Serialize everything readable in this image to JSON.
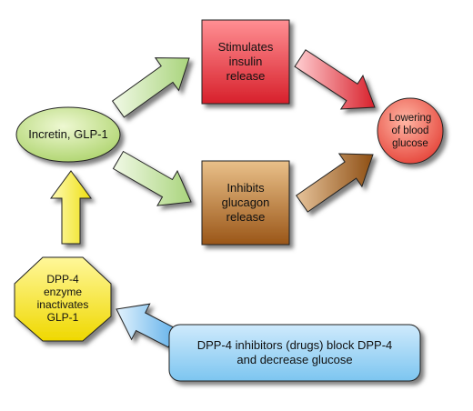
{
  "nodes": {
    "incretin": {
      "label": "Incretin, GLP-1",
      "color": "#b9dc7a"
    },
    "stimulates": {
      "label": "Stimulates\ninsulin\nrelease",
      "color": "#e8343a"
    },
    "inhibits": {
      "label": "Inhibits\nglucagon\nrelease",
      "color": "#a8641f"
    },
    "lowering": {
      "label": "Lowering\nof blood\nglucose",
      "color": "#ef5b4e"
    },
    "dpp4_enzyme": {
      "label": "DPP-4\nenzyme\ninactivates\nGLP-1",
      "color": "#f4e31a"
    },
    "dpp4_inhibitors": {
      "label": "DPP-4 inhibitors (drugs) block DPP-4\nand decrease glucose",
      "color": "#8fd0f3"
    }
  },
  "arrows": {
    "incretin_to_stimulates": {
      "color": "#b7dc8a"
    },
    "incretin_to_inhibits": {
      "color": "#b7dc8a"
    },
    "stimulates_to_lowering": {
      "color": "#e22a36"
    },
    "inhibits_to_lowering": {
      "color": "#9f5e23"
    },
    "dpp4_to_incretin": {
      "color": "#f7ee25"
    },
    "inhibitors_to_dpp4": {
      "color": "#72b9ec"
    }
  }
}
